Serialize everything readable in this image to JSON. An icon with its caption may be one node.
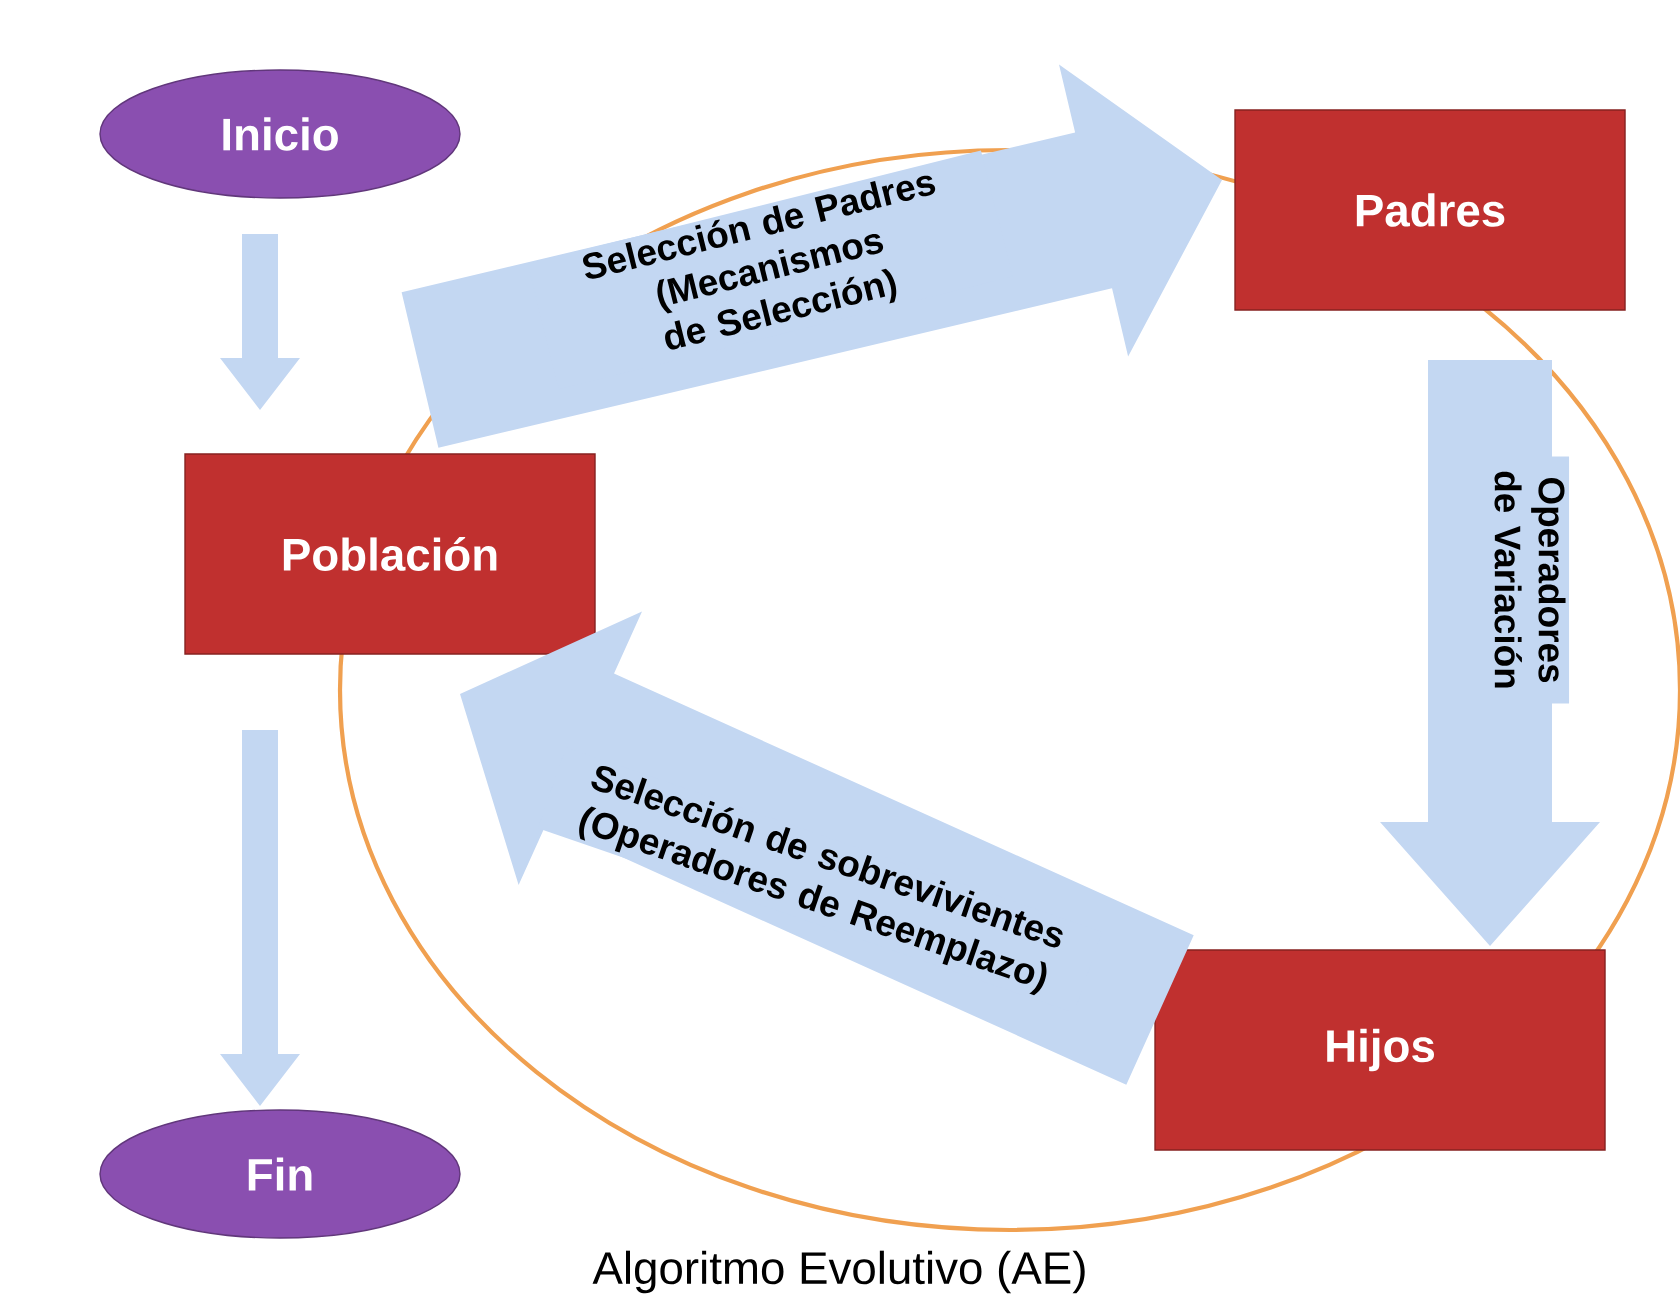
{
  "diagram": {
    "caption": "Algoritmo Evolutivo (AE)",
    "nodes": [
      {
        "text": [
          "Inicio"
        ]
      },
      {
        "text": [
          "Población"
        ]
      },
      {
        "text": [
          "Fin"
        ]
      },
      {
        "text": [
          "Padres"
        ]
      },
      {
        "text": [
          "Hijos"
        ]
      }
    ],
    "edges": [
      {
        "from": 0,
        "to": 1,
        "arrow": "to"
      },
      {
        "from": 1,
        "to": 2,
        "arrow": "to"
      },
      {
        "from": 1,
        "to": 3,
        "arrow": "to",
        "label": "Selección de Padres (Mecanismos de Selección)"
      },
      {
        "from": 3,
        "to": 4,
        "arrow": "to",
        "label": "Operadores de Variación"
      },
      {
        "from": 4,
        "to": 1,
        "arrow": "to",
        "label": "Selección de sobrevivientes (Operadores de Reemplazo)"
      }
    ]
  }
}
